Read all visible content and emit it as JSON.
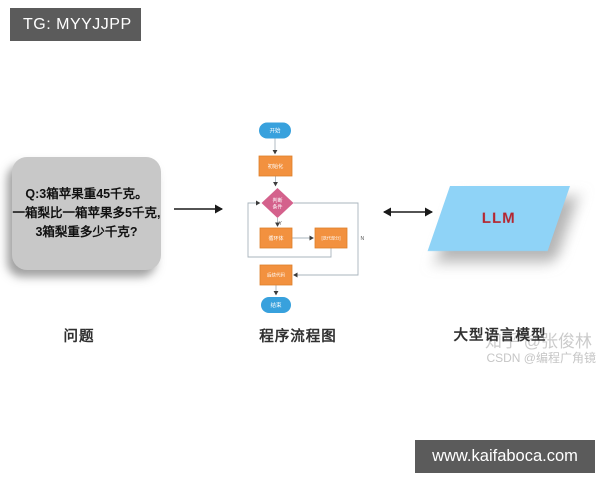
{
  "badges": {
    "top_left": "TG: MYYJJPP",
    "bottom_right": "www.kaifaboca.com"
  },
  "question": {
    "lines": [
      "Q:3箱苹果重45千克。",
      "一箱梨比一箱苹果多5千克,",
      "3箱梨重多少千克?"
    ],
    "caption": "问题"
  },
  "flowchart": {
    "caption": "程序流程图",
    "nodes": {
      "start": "开始",
      "init": "初始化",
      "condition_line1": "判断",
      "condition_line2": "条件",
      "loop_body": "循环体",
      "iterate": "[迭代部分]",
      "after_loop": "后续代码",
      "end": "结束"
    },
    "branch_yes": "Y",
    "branch_no": "N"
  },
  "llm": {
    "label": "LLM",
    "caption": "大型语言模型"
  },
  "watermarks": {
    "zhihu": "知乎 @张俊林",
    "csdn": "CSDN @编程广角镜"
  },
  "colors": {
    "badge_bg": "#5b5b5b",
    "question_box_bg": "#c8c8c8",
    "terminator_blue": "#38a1dd",
    "process_orange": "#f2913f",
    "decision_pink": "#d4618c",
    "llm_blue": "#8fd3f7",
    "llm_text_red": "#b5232d",
    "connector_gray": "#a9b4bd"
  }
}
